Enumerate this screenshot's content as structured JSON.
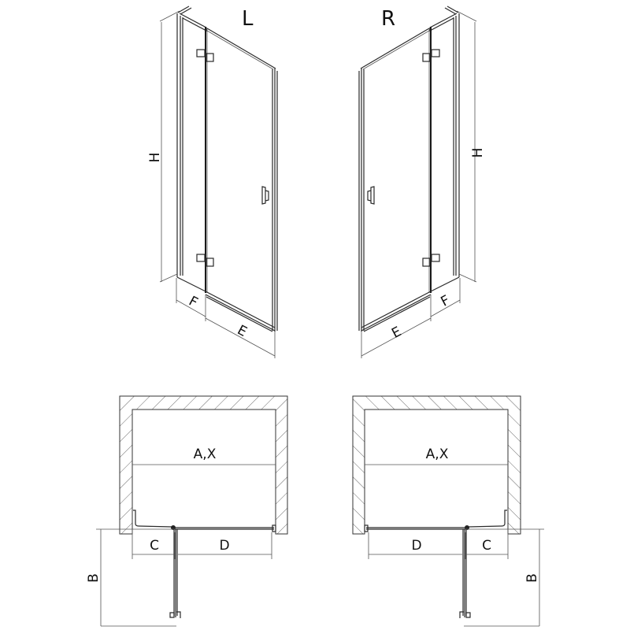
{
  "elevations": {
    "left": {
      "side_label": "L",
      "height_label": "H",
      "fixed_width_label": "F",
      "door_width_label": "E"
    },
    "right": {
      "side_label": "R",
      "height_label": "H",
      "fixed_width_label": "F",
      "door_width_label": "E"
    }
  },
  "plans": {
    "left": {
      "width_label": "A,X",
      "fixed_label": "C",
      "door_label": "D",
      "depth_label": "B"
    },
    "right": {
      "width_label": "A,X",
      "fixed_label": "C",
      "door_label": "D",
      "depth_label": "B"
    }
  },
  "colors": {
    "line": "#2a2a2a",
    "background": "#ffffff"
  }
}
